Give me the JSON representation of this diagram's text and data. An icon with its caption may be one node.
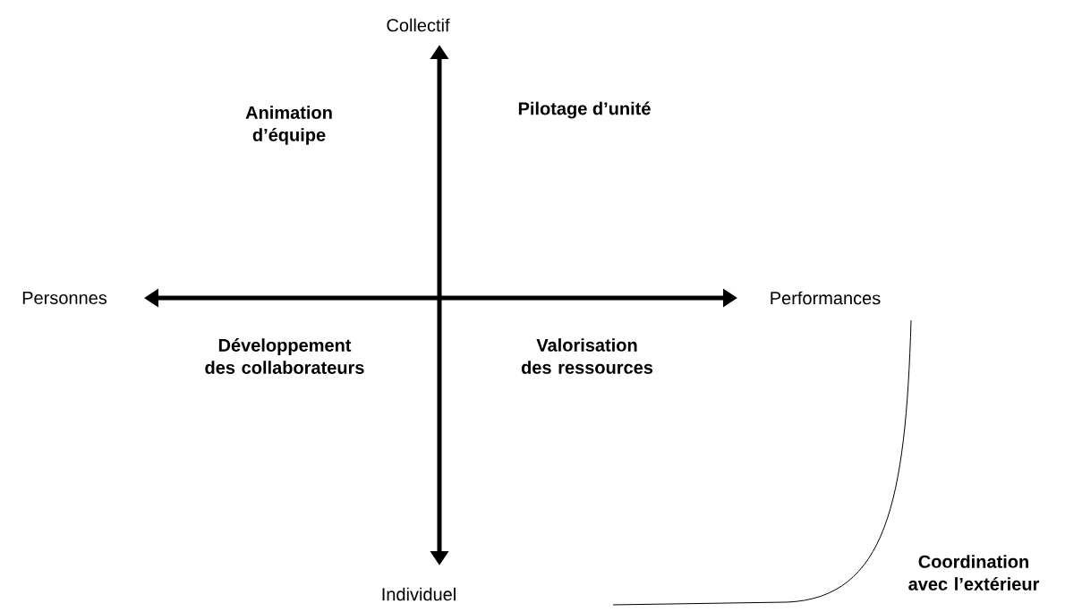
{
  "diagram": {
    "labels": [
      "Collectif",
      "Animation d’équipe",
      "Pilotage d’unité",
      "Personnes",
      "Performances",
      "Développement des collaborateurs",
      "Valorisation des ressources",
      "Individuel",
      "Coordination avec l’extérieur"
    ]
  }
}
